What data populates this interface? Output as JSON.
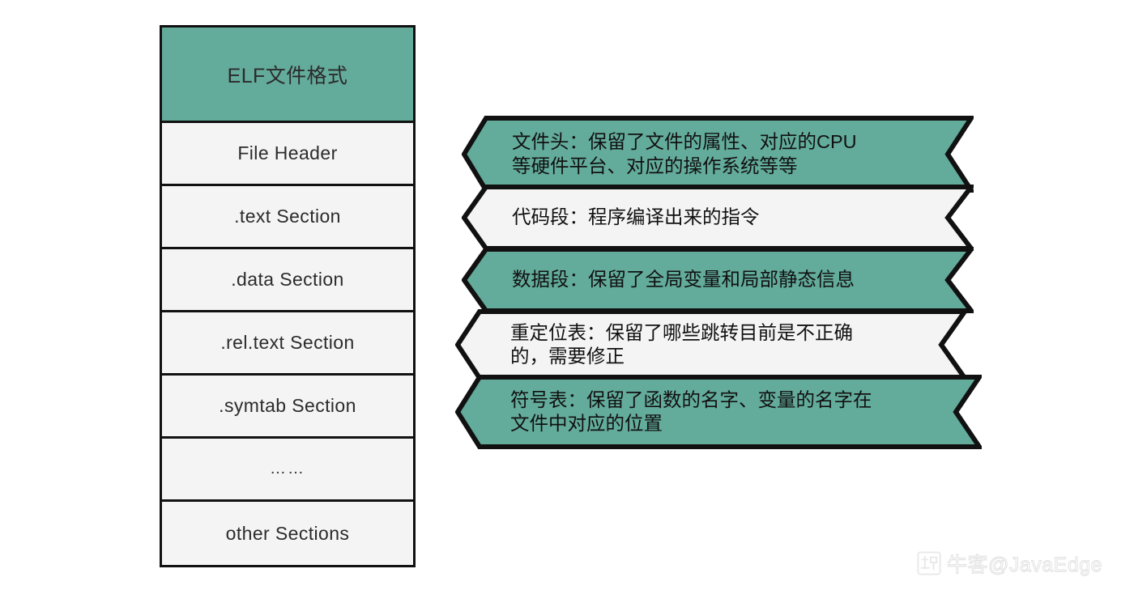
{
  "diagram": {
    "title": "ELF文件格式",
    "colors": {
      "accent_green": "#63ab9b",
      "panel_gray": "#f4f4f4",
      "outline": "#111111"
    },
    "elf_table": {
      "header_label": "ELF文件格式",
      "rows": [
        {
          "label": "File Header",
          "fill": "gray"
        },
        {
          "label": ".text Section",
          "fill": "gray"
        },
        {
          "label": ".data Section",
          "fill": "gray"
        },
        {
          "label": ".rel.text Section",
          "fill": "gray"
        },
        {
          "label": ".symtab Section",
          "fill": "gray"
        },
        {
          "label": "……",
          "fill": "gray"
        },
        {
          "label": "other Sections",
          "fill": "gray"
        }
      ]
    },
    "ribbons": [
      {
        "name": "file-header-note",
        "text": "文件头：保留了文件的属性、对应的CPU\n等硬件平台、对应的操作系统等等",
        "fill": "green"
      },
      {
        "name": "text-section-note",
        "text": "代码段：程序编译出来的指令",
        "fill": "gray"
      },
      {
        "name": "data-section-note",
        "text": "数据段：保留了全局变量和局部静态信息",
        "fill": "green"
      },
      {
        "name": "rel-text-section-note",
        "text": "重定位表：保留了哪些跳转目前是不正确\n的，需要修正",
        "fill": "gray"
      },
      {
        "name": "symtab-section-note",
        "text": "符号表：保留了函数的名字、变量的名字在\n文件中对应的位置",
        "fill": "green"
      }
    ],
    "watermark": {
      "text": "牛客@JavaEdge",
      "logo": "niuke-logo-icon"
    }
  }
}
